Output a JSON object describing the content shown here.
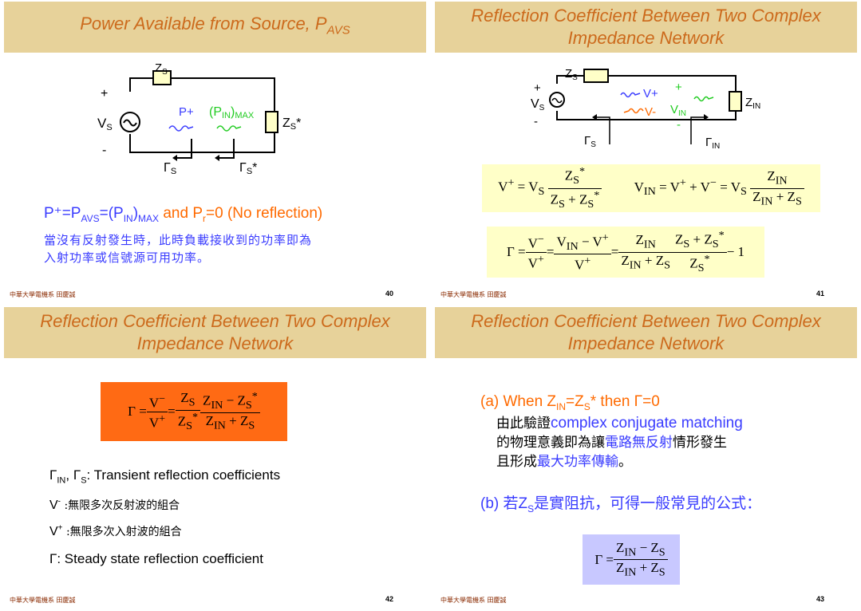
{
  "slide40": {
    "title": "Power Available from Source, P",
    "title_sub": "AVS",
    "circuit": {
      "zs": "Z",
      "zs_sub": "S",
      "plus": "+",
      "minus": "-",
      "vs": "V",
      "vs_sub": "S",
      "pplus": "P+",
      "pin": "(P",
      "pin_sub": "IN",
      "pin_tail": ")",
      "pin_sub2": "MAX",
      "load": "Z",
      "load_sub": "S",
      "load_tail": "*",
      "gs": "Γ",
      "gs_sub": "S",
      "gs2": "Γ",
      "gs2_sub": "S",
      "gs2_tail": "*"
    },
    "eq_blue": "P⁺=P",
    "eq_sub1": "AVS",
    "eq_mid": "=(P",
    "eq_sub2": "IN",
    "eq_close": ")",
    "eq_sub3": "MAX",
    "eq_orange": " and P",
    "eq_sub4": "r",
    "eq_orange_tail": "=0 (No reflection)",
    "cn_line1": "當沒有反射發生時，此時負載接收到的功率即為",
    "cn_line2": "入射功率或信號源可用功率。",
    "footer": "中華大學電機系 田慶誠",
    "page": "40"
  },
  "slide41": {
    "title_line1": "Reflection Coefficient Between Two Complex",
    "title_line2": "Impedance Network",
    "footer": "中華大學電機系 田慶誠",
    "page": "41"
  },
  "slide42": {
    "title_line1": "Reflection Coefficient Between Two Complex",
    "title_line2": "Impedance Network",
    "line1_a": "Γ",
    "line1_a_sub": "IN",
    "line1_b": ", Γ",
    "line1_b_sub": "S",
    "line1_c": ": Transient reflection coefficients",
    "line2_a": "V",
    "line2_sup": "-",
    "line2_b": " :無限多次反射波的組合",
    "line3_a": "V",
    "line3_sup": "+",
    "line3_b": " :無限多次入射波的組合",
    "line4": "Γ: Steady state reflection coefficient",
    "footer": "中華大學電機系 田慶誠",
    "page": "42"
  },
  "slide43": {
    "title_line1": "Reflection Coefficient Between Two Complex",
    "title_line2": "Impedance Network",
    "a_label": "(a) When Z",
    "a_sub1": "IN",
    "a_mid": "=Z",
    "a_sub2": "S",
    "a_tail": "* then Γ=0",
    "a_cn1": "由此驗證",
    "a_en1": "complex conjugate matching",
    "a_cn2": "的物理意義即為讓",
    "a_cn2b": "電路無反射",
    "a_cn2c": "情形發生",
    "a_cn3": "且形成",
    "a_cn3b": "最大功率傳輸",
    "a_cn3c": "。",
    "b_label": "(b) 若Z",
    "b_sub": "S",
    "b_tail": "是實阻抗，可得一般常見的公式：",
    "footer": "中華大學電機系 田慶誠",
    "page": "43"
  },
  "colors": {
    "title_bg": "#e7d29a",
    "title_text": "#cc6a1c",
    "blue": "#3a3cff",
    "orange": "#ff6a00",
    "green": "#22cc22",
    "eq_yellow": "#ffffc8",
    "eq_orange_bg": "#ff6a14",
    "eq_lavender": "#c8c8ff"
  }
}
